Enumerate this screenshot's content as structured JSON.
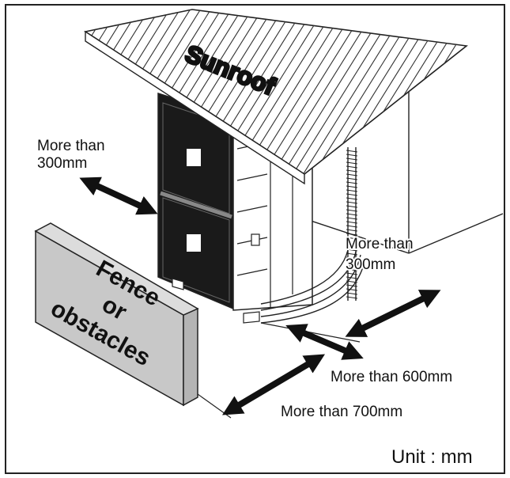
{
  "labels": {
    "sunroof": "Sunroof",
    "fence_line1": "Fence",
    "fence_line2": "or",
    "fence_line3": "obstacles",
    "left_line1": "More than",
    "left_line2": "300mm",
    "right_line1": "More than",
    "right_line2": "300mm",
    "front": "More than 600mm",
    "fence_gap": "More than 700mm",
    "unit": "Unit : mm"
  },
  "colors": {
    "line": "#222222",
    "unit_front_grille": "#1a1a1a",
    "fence_face": "#c8c8c8",
    "fence_side": "#b4b4b4",
    "fence_top": "#dcdcdc"
  }
}
